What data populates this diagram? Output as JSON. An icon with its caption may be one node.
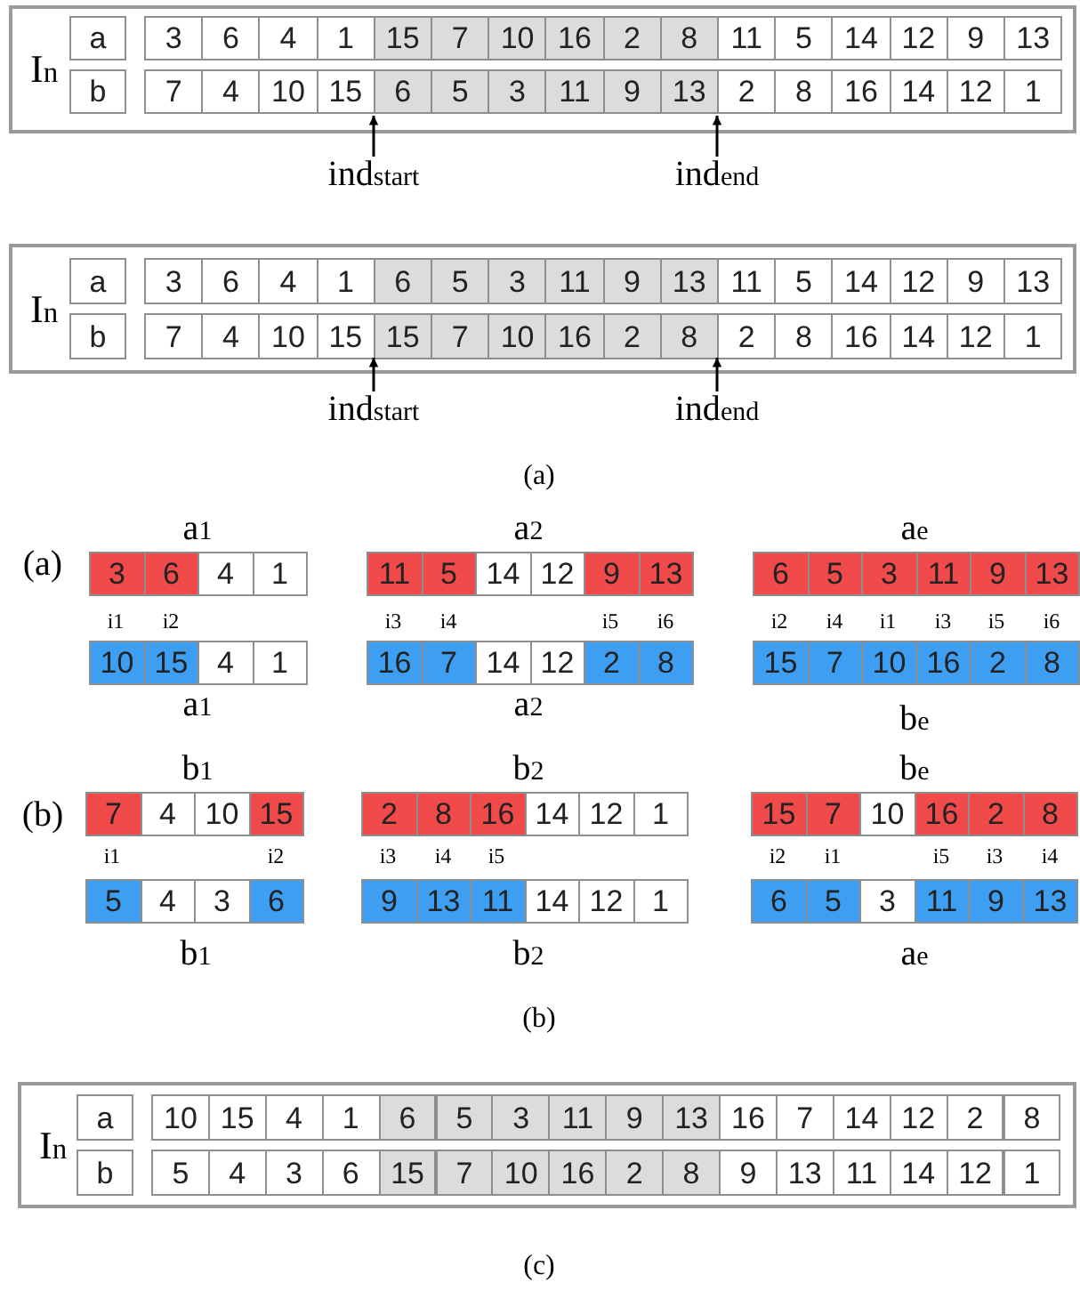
{
  "diagram": {
    "nodes": [
      {
        "text": [
          "I$_{n}$"
        ]
      },
      {
        "text": [
          "a"
        ],
        "in": 0
      },
      {
        "text": [
          "b"
        ],
        "in": 0
      },
      {
        "text": [
          "3"
        ],
        "in": 0
      },
      {
        "text": [
          "6"
        ],
        "in": 0
      },
      {
        "text": [
          "4"
        ],
        "in": 0
      },
      {
        "text": [
          "1"
        ],
        "in": 0
      },
      {
        "text": [
          "15"
        ],
        "in": 0
      },
      {
        "text": [
          "7"
        ],
        "in": 0
      },
      {
        "text": [
          "10"
        ],
        "in": 0
      },
      {
        "text": [
          "16"
        ],
        "in": 0
      },
      {
        "text": [
          "2"
        ],
        "in": 0
      },
      {
        "text": [
          "8"
        ],
        "in": 0
      },
      {
        "text": [
          "11"
        ],
        "in": 0
      },
      {
        "text": [
          "5"
        ],
        "in": 0
      },
      {
        "text": [
          "14"
        ],
        "in": 0
      },
      {
        "text": [
          "12"
        ],
        "in": 0
      },
      {
        "text": [
          "9"
        ],
        "in": 0
      },
      {
        "text": [
          "13"
        ],
        "in": 0
      },
      {
        "text": [
          "7"
        ],
        "in": 0
      },
      {
        "text": [
          "4"
        ],
        "in": 0
      },
      {
        "text": [
          "10"
        ],
        "in": 0
      },
      {
        "text": [
          "15"
        ],
        "in": 0
      },
      {
        "text": [
          "6"
        ],
        "in": 0
      },
      {
        "text": [
          "5"
        ],
        "in": 0
      },
      {
        "text": [
          "3"
        ],
        "in": 0
      },
      {
        "text": [
          "11"
        ],
        "in": 0
      },
      {
        "text": [
          "9"
        ],
        "in": 0
      },
      {
        "text": [
          "13"
        ],
        "in": 0
      },
      {
        "text": [
          "2"
        ],
        "in": 0
      },
      {
        "text": [
          "8"
        ],
        "in": 0
      },
      {
        "text": [
          "16"
        ],
        "in": 0
      },
      {
        "text": [
          "14"
        ],
        "in": 0
      },
      {
        "text": [
          "12"
        ],
        "in": 0
      },
      {
        "text": [
          "1"
        ],
        "in": 0
      },
      {
        "text": [
          "ind$_{start}$"
        ]
      },
      {
        "text": [
          "ind$_{end}$"
        ]
      },
      {
        "text": [
          "I$_{n}$"
        ]
      },
      {
        "text": [
          "a"
        ],
        "in": 37
      },
      {
        "text": [
          "b"
        ],
        "in": 37
      },
      {
        "text": [
          "3"
        ],
        "in": 37
      },
      {
        "text": [
          "6"
        ],
        "in": 37
      },
      {
        "text": [
          "4"
        ],
        "in": 37
      },
      {
        "text": [
          "1"
        ],
        "in": 37
      },
      {
        "text": [
          "6"
        ],
        "in": 37
      },
      {
        "text": [
          "5"
        ],
        "in": 37
      },
      {
        "text": [
          "3"
        ],
        "in": 37
      },
      {
        "text": [
          "11"
        ],
        "in": 37
      },
      {
        "text": [
          "9"
        ],
        "in": 37
      },
      {
        "text": [
          "13"
        ],
        "in": 37
      },
      {
        "text": [
          "11"
        ],
        "in": 37
      },
      {
        "text": [
          "5"
        ],
        "in": 37
      },
      {
        "text": [
          "14"
        ],
        "in": 37
      },
      {
        "text": [
          "12"
        ],
        "in": 37
      },
      {
        "text": [
          "9"
        ],
        "in": 37
      },
      {
        "text": [
          "13"
        ],
        "in": 37
      },
      {
        "text": [
          "7"
        ],
        "in": 37
      },
      {
        "text": [
          "4"
        ],
        "in": 37
      },
      {
        "text": [
          "10"
        ],
        "in": 37
      },
      {
        "text": [
          "15"
        ],
        "in": 37
      },
      {
        "text": [
          "15"
        ],
        "in": 37
      },
      {
        "text": [
          "7"
        ],
        "in": 37
      },
      {
        "text": [
          "10"
        ],
        "in": 37
      },
      {
        "text": [
          "16"
        ],
        "in": 37
      },
      {
        "text": [
          "2"
        ],
        "in": 37
      },
      {
        "text": [
          "8"
        ],
        "in": 37
      },
      {
        "text": [
          "2"
        ],
        "in": 37
      },
      {
        "text": [
          "8"
        ],
        "in": 37
      },
      {
        "text": [
          "16"
        ],
        "in": 37
      },
      {
        "text": [
          "14"
        ],
        "in": 37
      },
      {
        "text": [
          "12"
        ],
        "in": 37
      },
      {
        "text": [
          "1"
        ],
        "in": 37
      },
      {
        "text": [
          "ind$_{start}$"
        ]
      },
      {
        "text": [
          "ind$_{end}$"
        ]
      },
      {
        "text": [
          "3"
        ]
      },
      {
        "text": [
          "6"
        ]
      },
      {
        "text": [
          "4"
        ]
      },
      {
        "text": [
          "1"
        ]
      },
      {
        "text": [
          "11"
        ]
      },
      {
        "text": [
          "5"
        ]
      },
      {
        "text": [
          "14"
        ]
      },
      {
        "text": [
          "12"
        ]
      },
      {
        "text": [
          "9"
        ]
      },
      {
        "text": [
          "13"
        ]
      },
      {
        "text": [
          "6"
        ]
      },
      {
        "text": [
          "5"
        ]
      },
      {
        "text": [
          "3"
        ]
      },
      {
        "text": [
          "11"
        ]
      },
      {
        "text": [
          "9"
        ]
      },
      {
        "text": [
          "13"
        ]
      },
      {
        "text": [
          "10"
        ]
      },
      {
        "text": [
          "15"
        ]
      },
      {
        "text": [
          "4"
        ]
      },
      {
        "text": [
          "1"
        ]
      },
      {
        "text": [
          "16"
        ]
      },
      {
        "text": [
          "7"
        ]
      },
      {
        "text": [
          "14"
        ]
      },
      {
        "text": [
          "12"
        ]
      },
      {
        "text": [
          "2"
        ]
      },
      {
        "text": [
          "8"
        ]
      },
      {
        "text": [
          "15"
        ]
      },
      {
        "text": [
          "7"
        ]
      },
      {
        "text": [
          "10"
        ]
      },
      {
        "text": [
          "16"
        ]
      },
      {
        "text": [
          "2"
        ]
      },
      {
        "text": [
          "8"
        ]
      },
      {
        "text": [
          "7"
        ]
      },
      {
        "text": [
          "4"
        ]
      },
      {
        "text": [
          "10"
        ]
      },
      {
        "text": [
          "15"
        ]
      },
      {
        "text": [
          "2"
        ]
      },
      {
        "text": [
          "8"
        ]
      },
      {
        "text": [
          "16"
        ]
      },
      {
        "text": [
          "14"
        ]
      },
      {
        "text": [
          "12"
        ]
      },
      {
        "text": [
          "1"
        ]
      },
      {
        "text": [
          "15"
        ]
      },
      {
        "text": [
          "7"
        ]
      },
      {
        "text": [
          "10"
        ]
      },
      {
        "text": [
          "16"
        ]
      },
      {
        "text": [
          "2"
        ]
      },
      {
        "text": [
          "8"
        ]
      },
      {
        "text": [
          "5"
        ]
      },
      {
        "text": [
          "4"
        ]
      },
      {
        "text": [
          "3"
        ]
      },
      {
        "text": [
          "6"
        ]
      },
      {
        "text": [
          "9"
        ]
      },
      {
        "text": [
          "13"
        ]
      },
      {
        "text": [
          "11"
        ]
      },
      {
        "text": [
          "14"
        ]
      },
      {
        "text": [
          "12"
        ]
      },
      {
        "text": [
          "1"
        ]
      },
      {
        "text": [
          "6"
        ]
      },
      {
        "text": [
          "5"
        ]
      },
      {
        "text": [
          "3"
        ]
      },
      {
        "text": [
          "11"
        ]
      },
      {
        "text": [
          "9"
        ]
      },
      {
        "text": [
          "13"
        ]
      },
      {
        "text": [
          "I$_{n}$"
        ]
      },
      {
        "text": [
          "a"
        ],
        "in": 138
      },
      {
        "text": [
          "b"
        ],
        "in": 138
      },
      {
        "text": [
          "10"
        ],
        "in": 138
      },
      {
        "text": [
          "15"
        ],
        "in": 138
      },
      {
        "text": [
          "4"
        ],
        "in": 138
      },
      {
        "text": [
          "1"
        ],
        "in": 138
      },
      {
        "text": [
          "6"
        ],
        "in": 138
      },
      {
        "text": [
          "5"
        ],
        "in": 138
      },
      {
        "text": [
          "3"
        ],
        "in": 138
      },
      {
        "text": [
          "11"
        ],
        "in": 138
      },
      {
        "text": [
          "9"
        ],
        "in": 138
      },
      {
        "text": [
          "13"
        ],
        "in": 138
      },
      {
        "text": [
          "16"
        ],
        "in": 138
      },
      {
        "text": [
          "7"
        ],
        "in": 138
      },
      {
        "text": [
          "14"
        ],
        "in": 138
      },
      {
        "text": [
          "12"
        ],
        "in": 138
      },
      {
        "text": [
          "2"
        ],
        "in": 138
      },
      {
        "text": [
          "8"
        ],
        "in": 138
      },
      {
        "text": [
          "5"
        ],
        "in": 138
      },
      {
        "text": [
          "4"
        ],
        "in": 138
      },
      {
        "text": [
          "3"
        ],
        "in": 138
      },
      {
        "text": [
          "6"
        ],
        "in": 138
      },
      {
        "text": [
          "15"
        ],
        "in": 138
      },
      {
        "text": [
          "7"
        ],
        "in": 138
      },
      {
        "text": [
          "10"
        ],
        "in": 138
      },
      {
        "text": [
          "16"
        ],
        "in": 138
      },
      {
        "text": [
          "2"
        ],
        "in": 138
      },
      {
        "text": [
          "8"
        ],
        "in": 138
      },
      {
        "text": [
          "9"
        ],
        "in": 138
      },
      {
        "text": [
          "13"
        ],
        "in": 138
      },
      {
        "text": [
          "11"
        ],
        "in": 138
      },
      {
        "text": [
          "14"
        ],
        "in": 138
      },
      {
        "text": [
          "12"
        ],
        "in": 138
      },
      {
        "text": [
          "1"
        ],
        "in": 138
      }
    ],
    "edges": [
      {
        "from": 35,
        "to": null,
        "arrow": "to"
      },
      {
        "from": 36,
        "to": null,
        "arrow": "to"
      },
      {
        "from": 72,
        "to": null,
        "arrow": "to"
      },
      {
        "from": 73,
        "to": null,
        "arrow": "to"
      }
    ],
    "labels": [
      "(a)",
      "a$_{1}$",
      "a$_{2}$",
      "a$_{e}$",
      "(a)",
      "i1",
      "i2",
      "i3",
      "i4",
      "i5",
      "i6",
      "i2",
      "i4",
      "i1",
      "i3",
      "i5",
      "i6",
      "a$_{1}$",
      "a$_{2}$",
      "b$_{e}$",
      "b$_{1}$",
      "b$_{2}$",
      "b$_{e}$",
      "(b)",
      "i1",
      "i2",
      "i3",
      "i4",
      "i5",
      "i2",
      "i1",
      "i5",
      "i3",
      "i4",
      "b$_{1}$",
      "b$_{2}$",
      "a$_{e}$",
      "(b)",
      "(c)"
    ]
  }
}
